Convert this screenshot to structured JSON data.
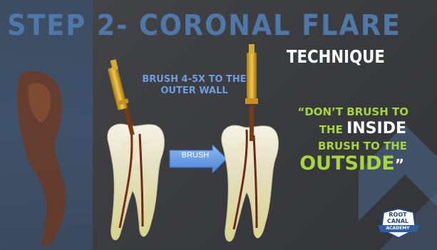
{
  "slide": {
    "title": "STEP 2- CORONAL FLARE",
    "subtitle": "TECHNIQUE",
    "instruction_line1": "BRUSH 4-5X TO THE",
    "instruction_line2": "OUTER WALL",
    "arrow_label": "BRUSH",
    "quote_open": "“DON’T BRUSH TO",
    "quote_the": "THE",
    "quote_inside": "INSIDE",
    "quote_brush_to": "BRUSH TO THE",
    "quote_outside": "OUTSIDE",
    "quote_close": "”"
  },
  "logo": {
    "line1": "ROOT",
    "line2": "CANAL",
    "line3": "ACADEMY"
  },
  "colors": {
    "title_blue": "#4f78a8",
    "instruction_blue": "#6e9ee0",
    "accent_green": "#a8d43c",
    "background": "#3a3b3d"
  }
}
